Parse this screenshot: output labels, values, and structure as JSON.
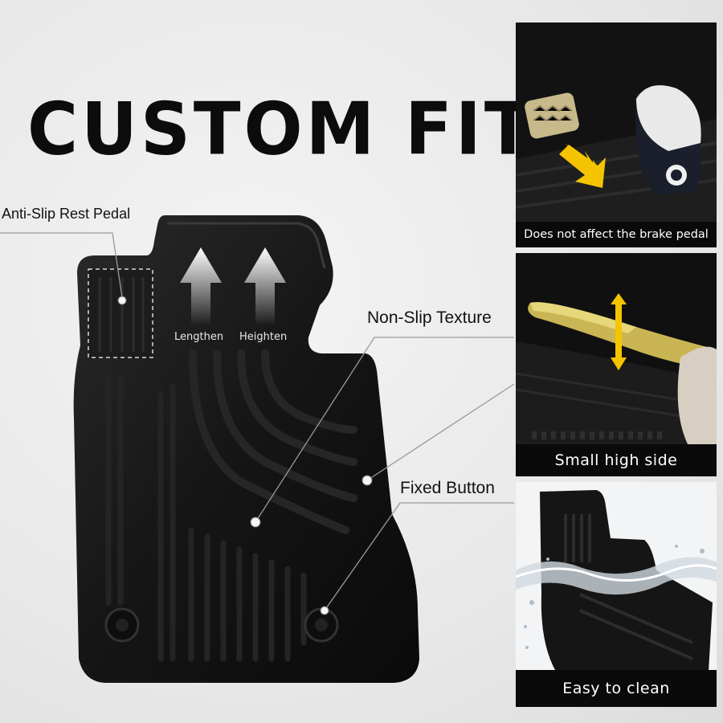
{
  "headline": "CUSTOM FIT",
  "callouts": {
    "pedal": "Anti-Slip Rest Pedal",
    "texture": "Non-Slip Texture",
    "button": "Fixed Button"
  },
  "arrows": {
    "lengthen": "Lengthen",
    "heighten": "Heighten"
  },
  "panels": [
    {
      "caption": "Does not affect the brake pedal"
    },
    {
      "caption": "Small high side"
    },
    {
      "caption": "Easy to clean"
    }
  ],
  "colors": {
    "mat": "#141414",
    "background": "#e8e8e8",
    "caption_bar": "#0a0a0a",
    "arrow_yellow": "#f5c400"
  }
}
